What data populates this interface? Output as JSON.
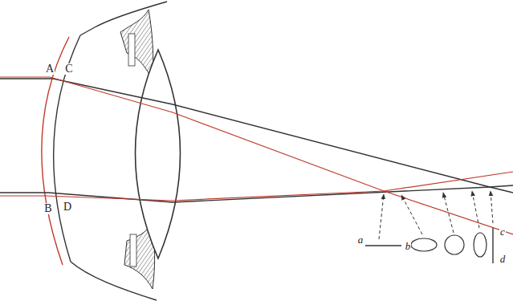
{
  "diagram": {
    "labels": [
      "A",
      "C",
      "B",
      "D",
      "a",
      "b",
      "c",
      "d"
    ]
  }
}
